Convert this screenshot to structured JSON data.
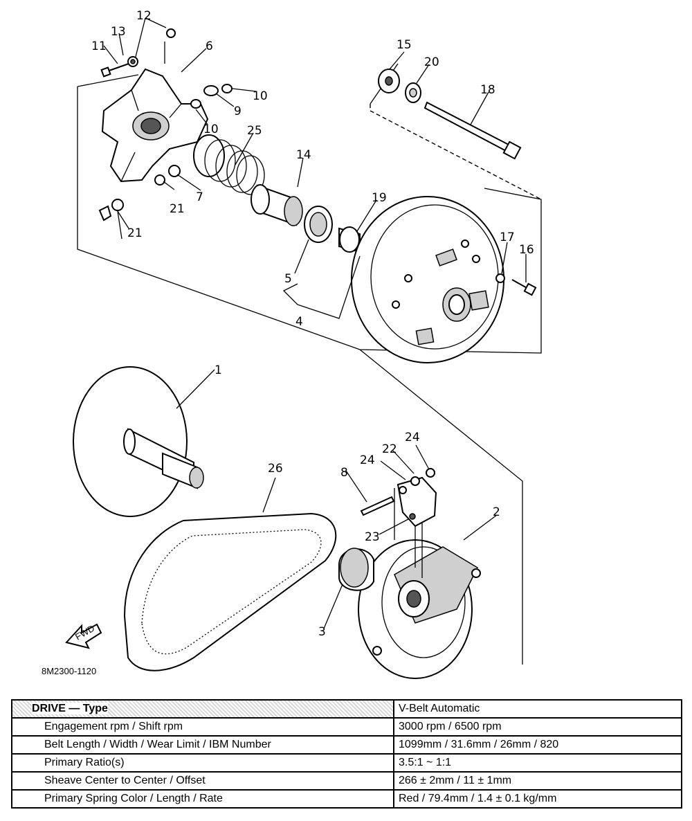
{
  "diagram": {
    "callouts": [
      "1",
      "2",
      "3",
      "4",
      "5",
      "6",
      "7",
      "8",
      "9",
      "10",
      "10",
      "11",
      "12",
      "13",
      "14",
      "15",
      "16",
      "17",
      "18",
      "19",
      "20",
      "21",
      "21",
      "22",
      "23",
      "24",
      "24",
      "25",
      "26"
    ],
    "drawing_code": "8M2300-1120",
    "fwd_arrow_text": "FWD"
  },
  "spec_table": {
    "rows": [
      {
        "label": "DRIVE — Type",
        "value": "V-Belt Automatic"
      },
      {
        "label": "Engagement rpm / Shift rpm",
        "value": "3000 rpm / 6500 rpm"
      },
      {
        "label": "Belt Length / Width / Wear Limit / IBM Number",
        "value": "1099mm / 31.6mm / 26mm / 820"
      },
      {
        "label": "Primary Ratio(s)",
        "value": "3.5:1 ~ 1:1"
      },
      {
        "label": "Sheave Center to Center / Offset",
        "value": "266 ± 2mm / 11 ± 1mm"
      },
      {
        "label": "Primary Spring Color / Length / Rate",
        "value": "Red / 79.4mm / 1.4 ± 0.1 kg/mm"
      }
    ]
  }
}
